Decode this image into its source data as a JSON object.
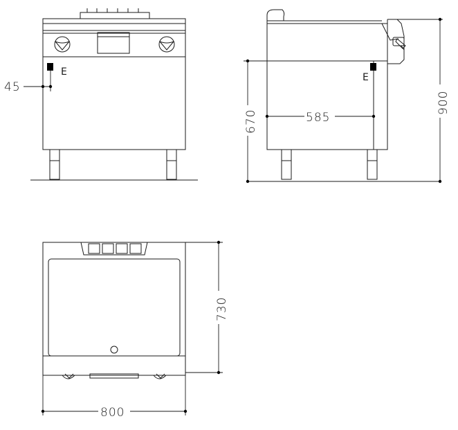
{
  "dimensions": {
    "width_label": "800",
    "depth_label": "730",
    "height_label": "900",
    "counter_height_label": "670",
    "connection_depth_label": "585",
    "connection_offset_label": "45"
  },
  "markers": {
    "front_connection_letter": "E",
    "side_connection_letter": "E"
  },
  "colors": {
    "line": "#1a1a1a",
    "background": "#ffffff"
  }
}
